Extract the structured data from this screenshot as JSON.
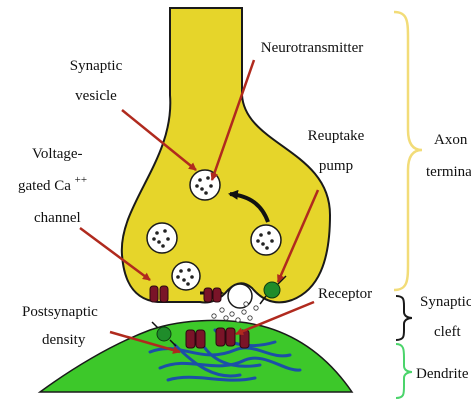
{
  "labels": {
    "synaptic_vesicle": [
      "Synaptic",
      "vesicle"
    ],
    "neurotransmitter": "Neurotransmitter",
    "reuptake_pump": [
      "Reuptake",
      "pump"
    ],
    "vgcc": [
      "Voltage-",
      "gated Ca",
      "++",
      "channel"
    ],
    "receptor": "Receptor",
    "postsynaptic_density": [
      "Postsynaptic",
      "density"
    ],
    "axon_terminal": [
      "Axon",
      "terminal"
    ],
    "synaptic_cleft": [
      "Synaptic",
      "cleft"
    ],
    "dendrite": "Dendrite"
  },
  "colors": {
    "axon_fill": "#e6d52a",
    "axon_stroke": "#1a1a1a",
    "dendrite_fill": "#3dc82a",
    "pointer_arrow": "#b02a1e",
    "brace_axon": "#f2dc78",
    "brace_dendrite": "#4bd46b",
    "brace_cleft": "#1a1a1a",
    "channel": "#7a1428",
    "pump": "#1f8c2a",
    "fibers": "#1c4fa8",
    "vesicle_fill": "#ffffff"
  }
}
